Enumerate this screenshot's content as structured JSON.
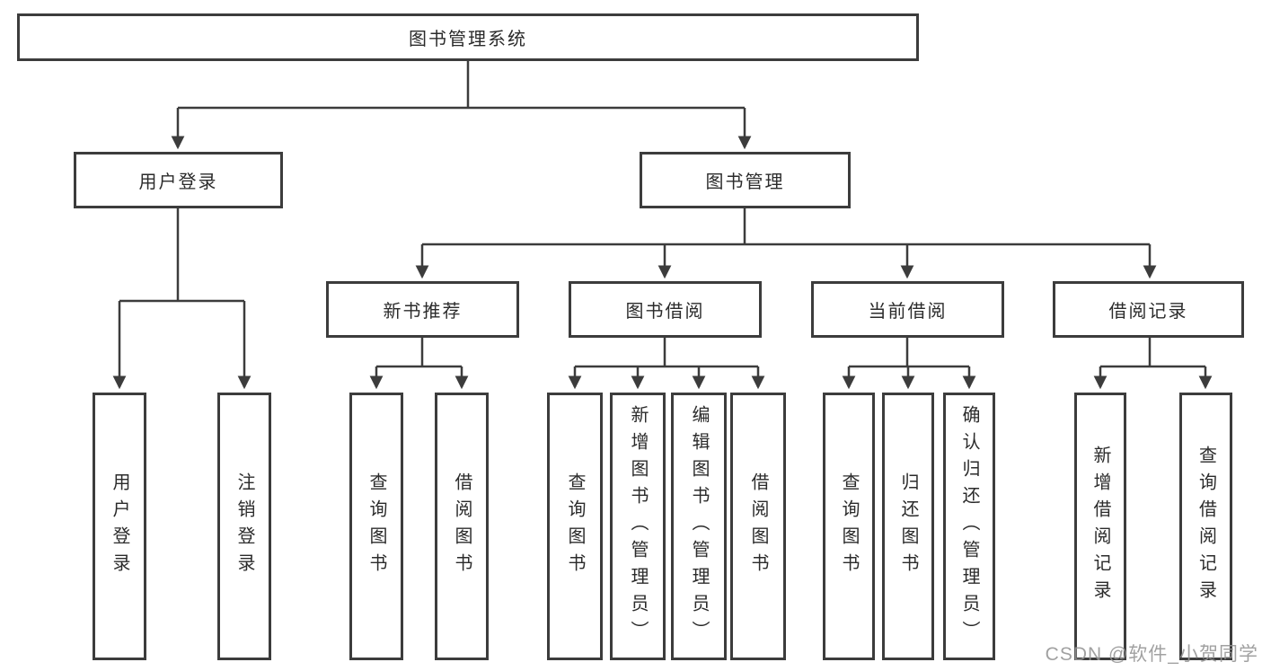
{
  "diagram_title": "图书管理系统",
  "tree": {
    "root": {
      "label": "图书管理系统"
    },
    "children": [
      {
        "label": "用户登录",
        "children": [
          {
            "label": "用户登录"
          },
          {
            "label": "注销登录"
          }
        ]
      },
      {
        "label": "图书管理",
        "children": [
          {
            "label": "新书推荐",
            "children": [
              {
                "label": "查询图书"
              },
              {
                "label": "借阅图书"
              }
            ]
          },
          {
            "label": "图书借阅",
            "children": [
              {
                "label": "查询图书"
              },
              {
                "label": "新增图书（管理员）"
              },
              {
                "label": "编辑图书（管理员）"
              },
              {
                "label": "借阅图书"
              }
            ]
          },
          {
            "label": "当前借阅",
            "children": [
              {
                "label": "查询图书"
              },
              {
                "label": "归还图书"
              },
              {
                "label": "确认归还（管理员）"
              }
            ]
          },
          {
            "label": "借阅记录",
            "children": [
              {
                "label": "新增借阅记录"
              },
              {
                "label": "查询借阅记录"
              }
            ]
          }
        ]
      }
    ]
  },
  "colors": {
    "line": "#3c3c3c",
    "text": "#2b2b2b",
    "watermark": "#949494"
  },
  "watermark": "CSDN @软件_小贺同学"
}
